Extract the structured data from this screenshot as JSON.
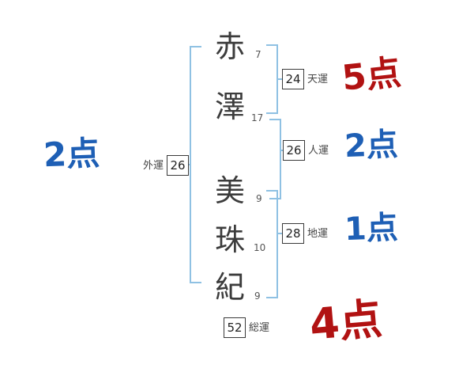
{
  "name": {
    "chars": [
      {
        "char": "赤",
        "strokes": "7"
      },
      {
        "char": "澤",
        "strokes": "17"
      },
      {
        "char": "美",
        "strokes": "9"
      },
      {
        "char": "珠",
        "strokes": "10"
      },
      {
        "char": "紀",
        "strokes": "9"
      }
    ]
  },
  "fortunes": {
    "gaiun": {
      "label": "外運",
      "value": "26",
      "score": "2点"
    },
    "tenun": {
      "label": "天運",
      "value": "24",
      "score": "5点"
    },
    "jinun": {
      "label": "人運",
      "value": "26",
      "score": "2点"
    },
    "chiun": {
      "label": "地運",
      "value": "28",
      "score": "1点"
    },
    "souun": {
      "label": "総運",
      "value": "52",
      "score": "4点"
    }
  },
  "colors": {
    "score_blue": "#1e5fb5",
    "score_red": "#b11212",
    "bracket_blue": "#8fc1e3",
    "ink": "#3c3c3c"
  }
}
